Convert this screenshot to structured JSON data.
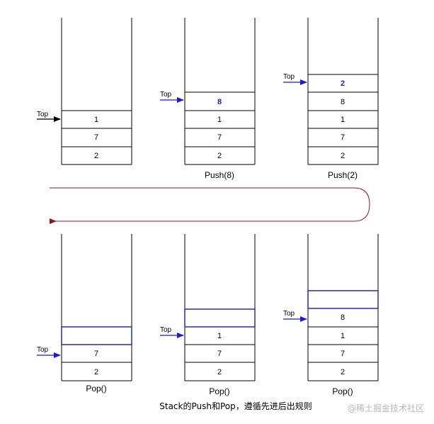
{
  "stacks": [
    {
      "id": "s1",
      "cells": [
        "1",
        "7",
        "2"
      ],
      "caption": "",
      "top_label": "Top",
      "top_color": "#000000"
    },
    {
      "id": "s2",
      "cells": [
        "8",
        "1",
        "7",
        "2"
      ],
      "caption": "Push(8)",
      "top_label": "Top",
      "top_color": "#1b1bd6"
    },
    {
      "id": "s3",
      "cells": [
        "2",
        "8",
        "1",
        "7",
        "2"
      ],
      "caption": "Push(2)",
      "top_label": "Top",
      "top_color": "#1b1bd6"
    },
    {
      "id": "s4",
      "cells": [
        "7",
        "2"
      ],
      "caption": "Pop()",
      "top_label": "Top",
      "top_color": "#1b1bd6"
    },
    {
      "id": "s5",
      "cells": [
        "1",
        "7",
        "2"
      ],
      "caption": "Pop()",
      "top_label": "Top",
      "top_color": "#1b1bd6"
    },
    {
      "id": "s6",
      "cells": [
        "8",
        "1",
        "7",
        "2"
      ],
      "caption": "Pop()",
      "top_label": "Top",
      "top_color": "#1b1bd6"
    }
  ],
  "footer_caption": "Stack的Push和Pop，遵循先进后出规则",
  "watermark": "@稀土掘金技术社区",
  "colors": {
    "outline": "#000000",
    "pushed_text": "#1b1bd6",
    "popped_box": "#2a2aa8",
    "arrow_blue": "#1b1bd6",
    "flow_arrow": "#8b1a1a"
  }
}
